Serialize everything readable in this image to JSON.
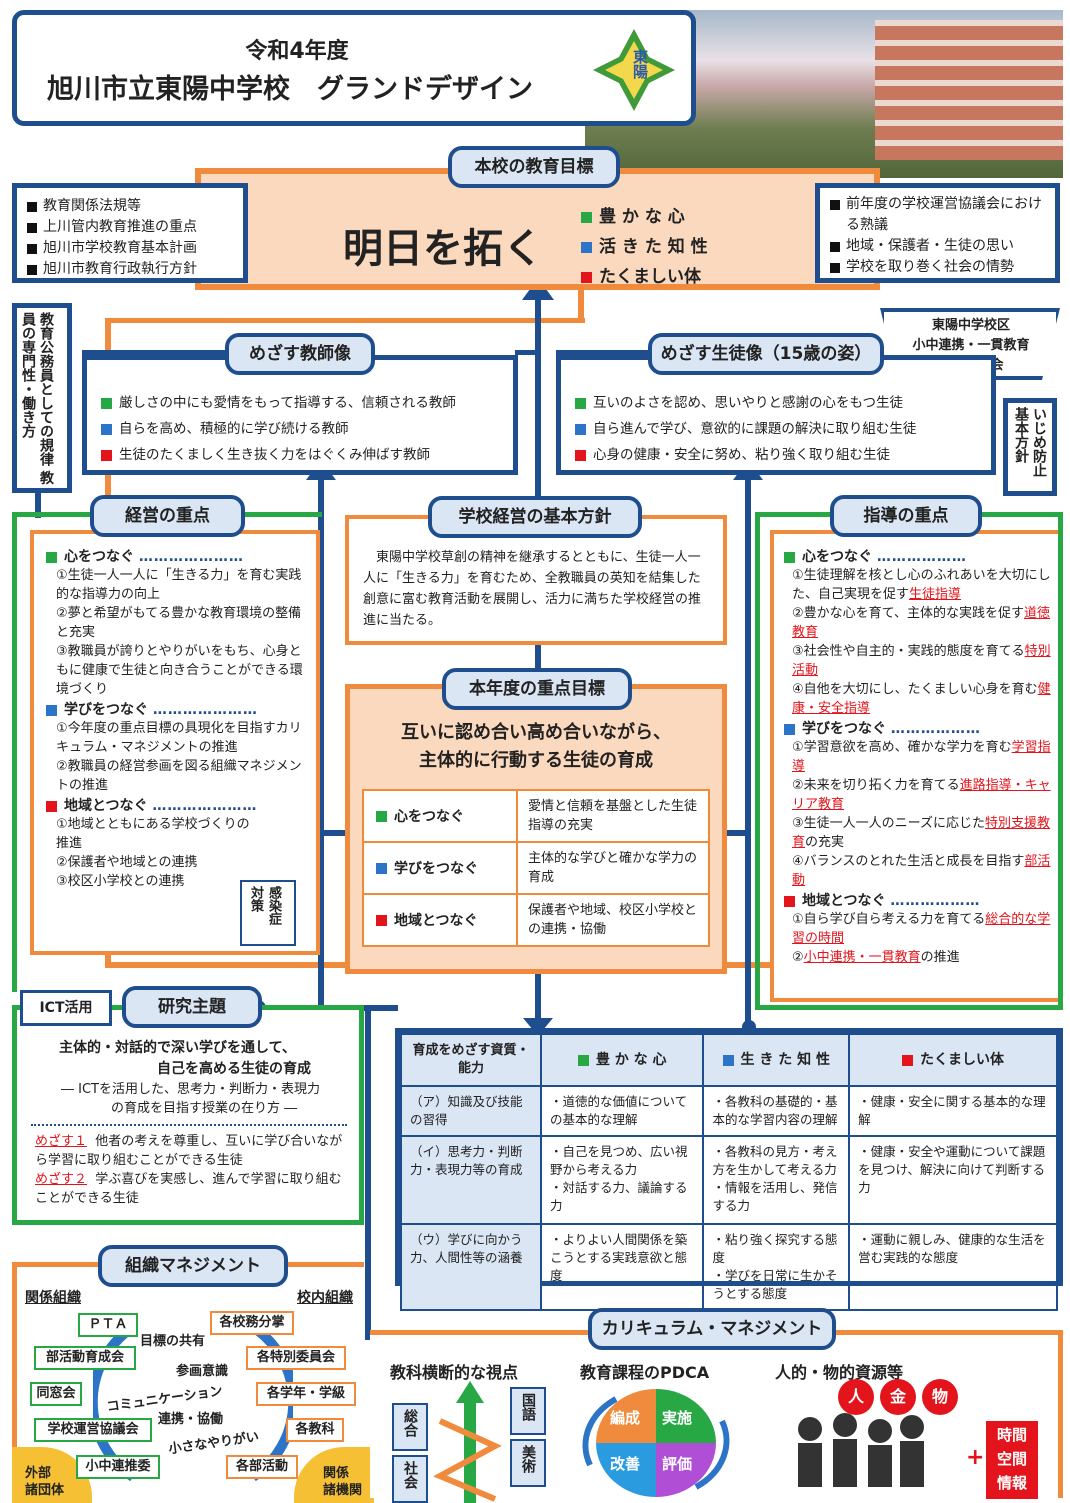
{
  "header": {
    "year": "令和4年度",
    "title": "旭川市立東陽中学校　グランドデザイン",
    "emblem_char": "東陽"
  },
  "goal": {
    "tag": "本校の教育目標",
    "main": "明日を拓く",
    "items": [
      "豊 か な 心",
      "活 き た 知 性",
      "たくましい体"
    ]
  },
  "left_box": [
    "教育関係法規等",
    "上川管内教育推進の重点",
    "旭川市学校教育基本計画",
    "旭川市教育行政執行方針"
  ],
  "right_box": [
    "前年度の学校運営協議会における熟議",
    "地域・保護者・生徒の思い",
    "学校を取り巻く社会の情勢"
  ],
  "left_vertical": "教育公務員としての規律 教員の専門性・働き方",
  "right_committee": "東陽中学校区\n小中連携・一貫教育\n推進委員会",
  "right_vertical": "いじめ防止 基本方針",
  "teacher": {
    "tag": "めざす教師像",
    "items": [
      "厳しさの中にも愛情をもって指導する、信頼される教師",
      "自らを高め、積極的に学び続ける教師",
      "生徒のたくましく生き抜く力をはぐくみ伸ばす教師"
    ]
  },
  "student": {
    "tag": "めざす生徒像（15歳の姿）",
    "items": [
      "互いのよさを認め、思いやりと感謝の心をもつ生徒",
      "自ら進んで学び、意欲的に課題の解決に取り組む生徒",
      "心身の健康・安全に努め、粘り強く取り組む生徒"
    ]
  },
  "management": {
    "tag": "経営の重点",
    "s1": "心をつなぐ",
    "s1_items": [
      "①生徒一人一人に「生きる力」を育む実践的な指導力の向上",
      "②夢と希望がもてる豊かな教育環境の整備と充実",
      "③教職員が誇りとやりがいをもち、心身ともに健康で生徒と向き合うことができる環境づくり"
    ],
    "s2": "学びをつなぐ",
    "s2_items": [
      "①今年度の重点目標の具現化を目指すカリキュラム・マネジメントの推進",
      "②教職員の経営参画を図る組織マネジメントの推進"
    ],
    "s3": "地域とつなぐ",
    "s3_items": [
      "①地域とともにある学校づくりの推進",
      "②保護者や地域との連携",
      "③校区小学校との連携"
    ],
    "corona": "感染症 対策"
  },
  "policy": {
    "tag": "学校経営の基本方針",
    "text": "東陽中学校草創の精神を継承するとともに、生徒一人一人に「生きる力」を育むため、全教職員の英知を結集した創意に富む教育活動を展開し、活力に満ちた学校経営の推進に当たる。"
  },
  "yearly": {
    "tag": "本年度の重点目標",
    "title1": "互いに認め合い高め合いながら、",
    "title2": "主体的に行動する生徒の育成",
    "rows": [
      {
        "label": "心をつなぐ",
        "text": "愛情と信頼を基盤とした生徒指導の充実"
      },
      {
        "label": "学びをつなぐ",
        "text": "主体的な学びと確かな学力の育成"
      },
      {
        "label": "地域とつなぐ",
        "text": "保護者や地域、校区小学校との連携・協働"
      }
    ]
  },
  "guidance": {
    "tag": "指導の重点",
    "s1": "心をつなぐ",
    "s1_items": [
      {
        "pre": "①生徒理解を核とし心のふれあいを大切にした、自己実現を促す",
        "link": "生徒指導",
        "post": ""
      },
      {
        "pre": "②豊かな心を育て、主体的な実践を促す",
        "link": "道徳教育",
        "post": ""
      },
      {
        "pre": "③社会性や自主的・実践的態度を育てる",
        "link": "特別活動",
        "post": ""
      },
      {
        "pre": "④自他を大切にし、たくましい心身を育む",
        "link": "健康・安全指導",
        "post": ""
      }
    ],
    "s2": "学びをつなぐ",
    "s2_items": [
      {
        "pre": "①学習意欲を高め、確かな学力を育む",
        "link": "学習指導",
        "post": ""
      },
      {
        "pre": "②未来を切り拓く力を育てる",
        "link": "進路指導・キャリア教育",
        "post": ""
      },
      {
        "pre": "③生徒一人一人のニーズに応じた",
        "link": "特別支援教育",
        "post": "の充実"
      },
      {
        "pre": "④バランスのとれた生活と成長を目指す",
        "link": "部活動",
        "post": ""
      }
    ],
    "s3": "地域とつなぐ",
    "s3_items": [
      {
        "pre": "①自ら学び自ら考える力を育てる",
        "link": "総合的な学習の時間",
        "post": ""
      },
      {
        "pre": "②",
        "link": "小中連携・一貫教育",
        "post": "の推進"
      }
    ]
  },
  "research": {
    "ict": "ICT活用",
    "tag": "研究主題",
    "theme1": "主体的・対話的で深い学びを通して、",
    "theme2": "自己を高める生徒の育成",
    "sub1": "― ICTを活用した、思考力・判断力・表現力",
    "sub2": "の育成を目指す授業の在り方 ―",
    "m1_label": "めざす１",
    "m1_text": "他者の考えを尊重し、互いに学び合いながら学習に取り組むことができる生徒",
    "m2_label": "めざす２",
    "m2_text": "学ぶ喜びを実感し、進んで学習に取り組むことができる生徒"
  },
  "abilities": {
    "corner": "育成をめざす資質・能力",
    "cols": [
      "豊 か な 心",
      "生 き た 知 性",
      "たくましい体"
    ],
    "rows": [
      {
        "head": "（ア）知識及び技能の習得",
        "cells": [
          "・道徳的な価値についての基本的な理解",
          "・各教科の基礎的・基本的な学習内容の理解",
          "・健康・安全に関する基本的な理解"
        ]
      },
      {
        "head": "（イ）思考力・判断力・表現力等の育成",
        "cells": [
          "・自己を見つめ、広い視野から考える力\n・対話する力、議論する力",
          "・各教科の見方・考え方を生かして考える力\n・情報を活用し、発信する力",
          "・健康・安全や運動について課題を見つけ、解決に向けて判断する力"
        ]
      },
      {
        "head": "（ウ）学びに向かう力、人間性等の涵養",
        "cells": [
          "・よりよい人間関係を築こうとする実践意欲と態度",
          "・粘り強く探究する態度\n・学びを日常に生かそうとする態度",
          "・運動に親しみ、健康的な生活を営む実践的な態度"
        ]
      }
    ]
  },
  "org": {
    "tag": "組織マネジメント",
    "related": "関係組織",
    "internal": "校内組織",
    "left": [
      "ＰＴＡ",
      "部活動育成会",
      "同窓会",
      "学校運営協議会",
      "小中連推委"
    ],
    "right": [
      "各校務分掌",
      "各特別委員会",
      "各学年・学級",
      "各教科",
      "各部活動"
    ],
    "center": [
      "目標の共有",
      "参画意識",
      "コミュニケーション",
      "連携・協働",
      "小さなやりがい"
    ],
    "corner_left": "外部\n諸団体",
    "corner_right": "関係\n諸機関"
  },
  "curriculum": {
    "tag": "カリキュラム・マネジメント",
    "cross": "教科横断的な視点",
    "subjects": [
      "総合",
      "国語",
      "美術",
      "社会"
    ],
    "pdca_title": "教育課程のPDCA",
    "pdca": [
      "編成",
      "実施",
      "改善",
      "評価"
    ],
    "resources_title": "人的・物的資源等",
    "res": [
      "人",
      "金",
      "物"
    ],
    "res2": [
      "時間",
      "空間",
      "情報"
    ],
    "colors": {
      "plan": "#f08a3c",
      "do": "#27a844",
      "check": "#b04fd6",
      "act": "#2b9be0"
    }
  }
}
